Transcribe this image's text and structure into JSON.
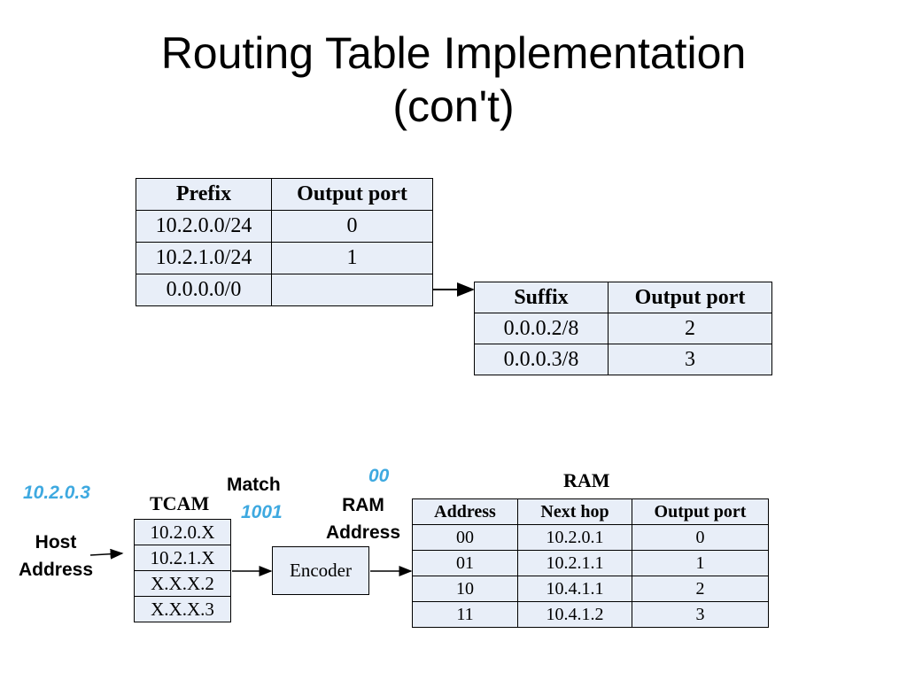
{
  "title": {
    "line1": "Routing Table Implementation",
    "line2": "(con't)"
  },
  "prefix_table": {
    "headers": [
      "Prefix",
      "Output port"
    ],
    "rows": [
      [
        "10.2.0.0/24",
        "0"
      ],
      [
        "10.2.1.0/24",
        "1"
      ],
      [
        "0.0.0.0/0",
        ""
      ]
    ]
  },
  "suffix_table": {
    "headers": [
      "Suffix",
      "Output port"
    ],
    "rows": [
      [
        "0.0.0.2/8",
        "2"
      ],
      [
        "0.0.0.3/8",
        "3"
      ]
    ]
  },
  "tcam": {
    "label": "TCAM",
    "entries": [
      "10.2.0.X",
      "10.2.1.X",
      "X.X.X.2",
      "X.X.X.3"
    ]
  },
  "host_address": {
    "value": "10.2.0.3",
    "label_line1": "Host",
    "label_line2": "Address"
  },
  "match": {
    "label": "Match",
    "value": "1001"
  },
  "encoder": {
    "label": "Encoder"
  },
  "ram_address": {
    "value": "00",
    "label_line1": "RAM",
    "label_line2": "Address"
  },
  "ram": {
    "label": "RAM",
    "headers": [
      "Address",
      "Next hop",
      "Output port"
    ],
    "rows": [
      [
        "00",
        "10.2.0.1",
        "0"
      ],
      [
        "01",
        "10.2.1.1",
        "1"
      ],
      [
        "10",
        "10.4.1.1",
        "2"
      ],
      [
        "11",
        "10.4.1.2",
        "3"
      ]
    ]
  },
  "colors": {
    "highlight": "#3ea9e0",
    "cell_fill": "#e8eef8"
  }
}
